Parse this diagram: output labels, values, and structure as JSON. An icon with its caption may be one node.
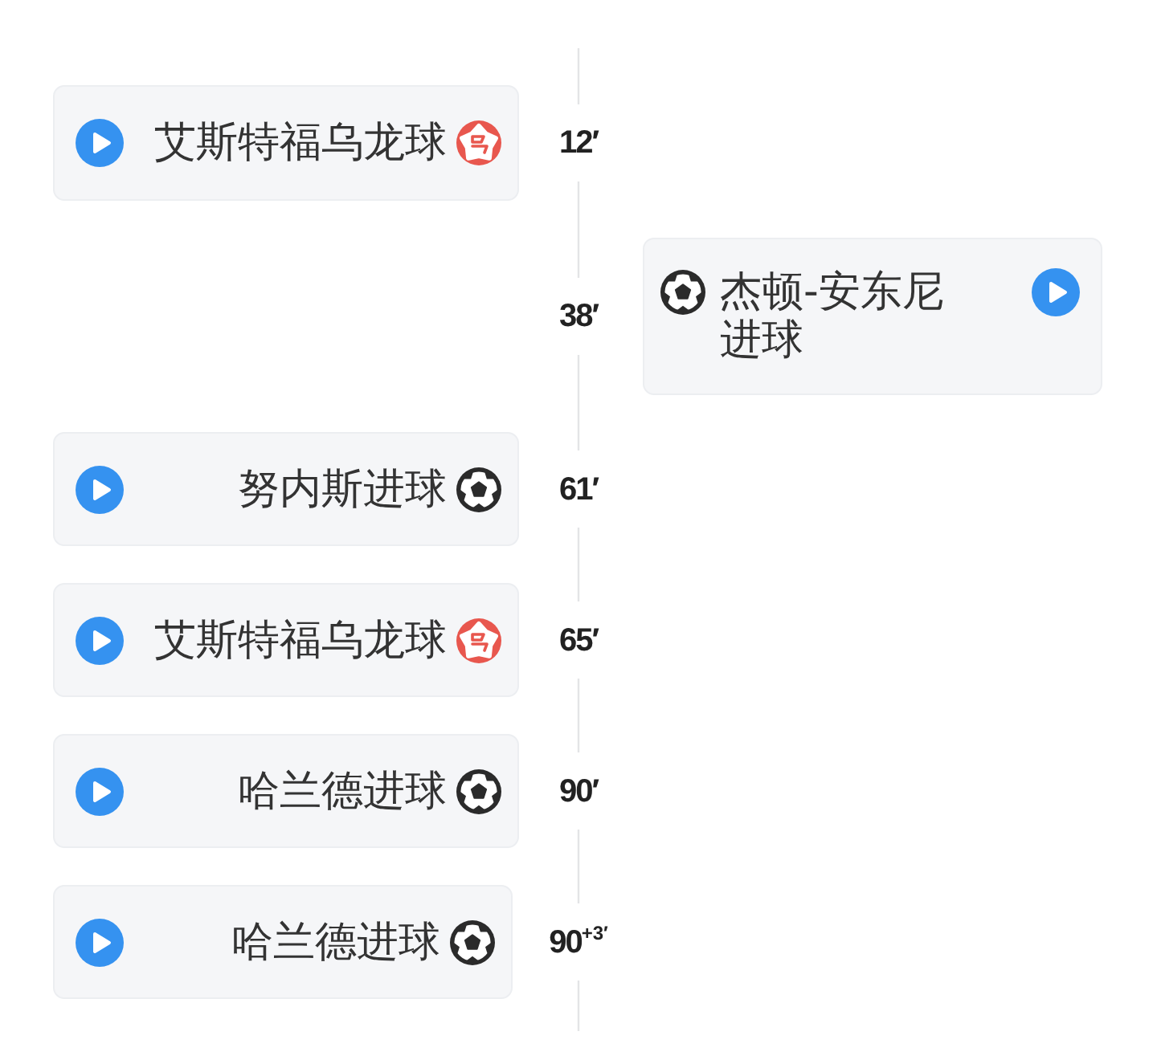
{
  "diagram": {
    "nodes": [
      {
        "text": [
          "艾斯特福乌龙球"
        ],
        "beside": [
          "12′"
        ]
      },
      {
        "text": [
          "杰顿-安东尼进球"
        ],
        "beside": [
          "38′"
        ]
      },
      {
        "text": [
          "努内斯进球"
        ],
        "beside": [
          "61′"
        ]
      },
      {
        "text": [
          "艾斯特福乌龙球"
        ],
        "beside": [
          "65′"
        ]
      },
      {
        "text": [
          "哈兰德进球"
        ],
        "beside": [
          "90′"
        ]
      },
      {
        "text": [
          "哈兰德进球"
        ],
        "beside": [
          "90$^{+3′}$"
        ]
      }
    ]
  }
}
